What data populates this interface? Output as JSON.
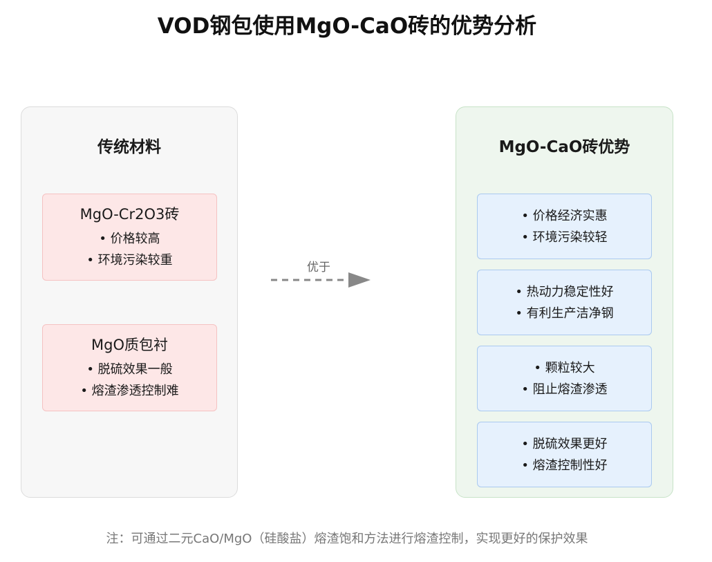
{
  "title": "VOD钢包使用MgO-CaO砖的优势分析",
  "left_panel": {
    "title": "传统材料",
    "boxes": [
      {
        "heading": "MgO-Cr2O3砖",
        "items": [
          "• 价格较高",
          "• 环境污染较重"
        ]
      },
      {
        "heading": "MgO质包衬",
        "items": [
          "• 脱硫效果一般",
          "• 熔渣渗透控制难"
        ]
      }
    ]
  },
  "arrow": {
    "label": "优于"
  },
  "right_panel": {
    "title": "MgO-CaO砖优势",
    "boxes": [
      {
        "items": [
          "• 价格经济实惠",
          "• 环境污染较轻"
        ]
      },
      {
        "items": [
          "• 热动力稳定性好",
          "• 有利生产洁净钢"
        ]
      },
      {
        "items": [
          "• 颗粒较大",
          "• 阻止熔渣渗透"
        ]
      },
      {
        "items": [
          "• 脱硫效果更好",
          "• 熔渣控制性好"
        ]
      }
    ]
  },
  "note": "注：可通过二元CaO/MgO（硅酸盐）熔渣饱和方法进行熔渣控制，实现更好的保护效果",
  "colors": {
    "left_panel_bg": "#f7f7f7",
    "right_panel_bg": "#eef6ee",
    "red_box_bg": "#fde7e7",
    "blue_box_bg": "#e6f1fd",
    "arrow": "#888888"
  }
}
